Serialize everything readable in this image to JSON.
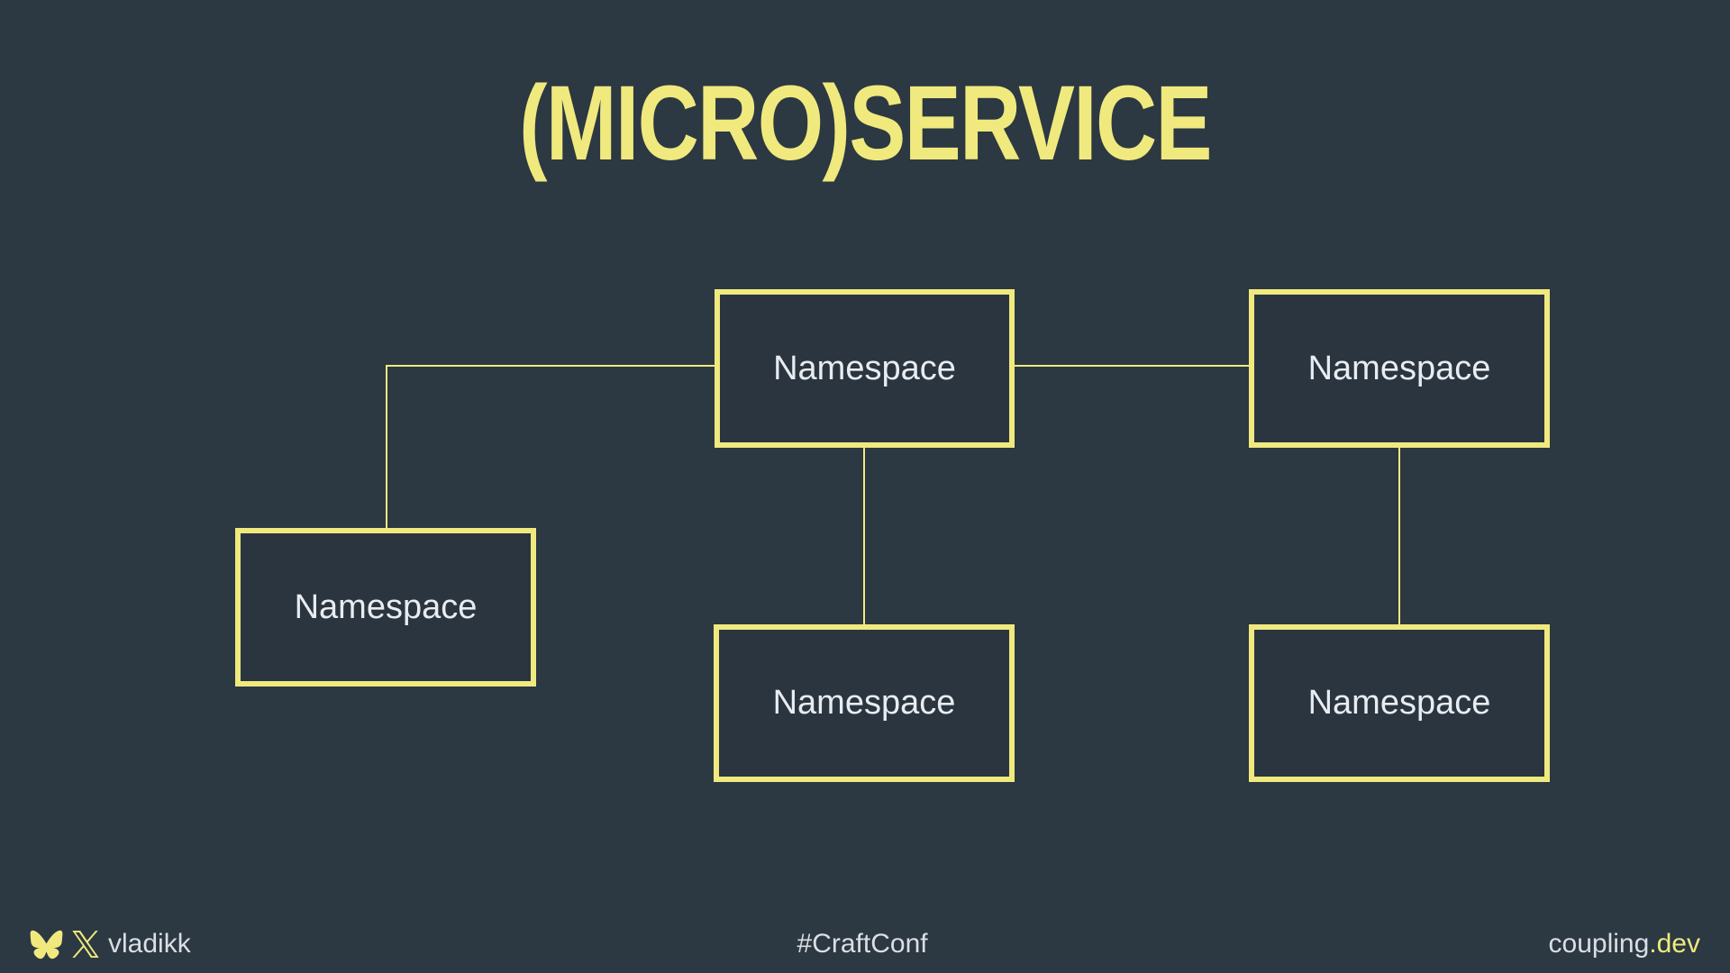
{
  "slide": {
    "title": "(MICRO)SERVICE",
    "colors": {
      "background": "#2c3842",
      "accent_yellow": "#f0e97e",
      "text_light": "#e8ecf0",
      "footer_text": "#d9dfe4"
    },
    "diagram": {
      "nodes": [
        {
          "id": "top-center",
          "label": "Namespace"
        },
        {
          "id": "top-right",
          "label": "Namespace"
        },
        {
          "id": "left",
          "label": "Namespace"
        },
        {
          "id": "bottom-center",
          "label": "Namespace"
        },
        {
          "id": "bottom-right",
          "label": "Namespace"
        }
      ],
      "edges": [
        {
          "from": "top-center",
          "to": "left"
        },
        {
          "from": "top-center",
          "to": "top-right"
        },
        {
          "from": "top-center",
          "to": "bottom-center"
        },
        {
          "from": "top-right",
          "to": "bottom-right"
        }
      ]
    },
    "footer": {
      "icons": [
        {
          "name": "bluesky-butterfly-icon"
        },
        {
          "name": "x-logo-icon"
        }
      ],
      "handle": "vladikk",
      "hashtag": "#CraftConf",
      "site_name": "coupling",
      "site_tld": ".dev"
    }
  }
}
